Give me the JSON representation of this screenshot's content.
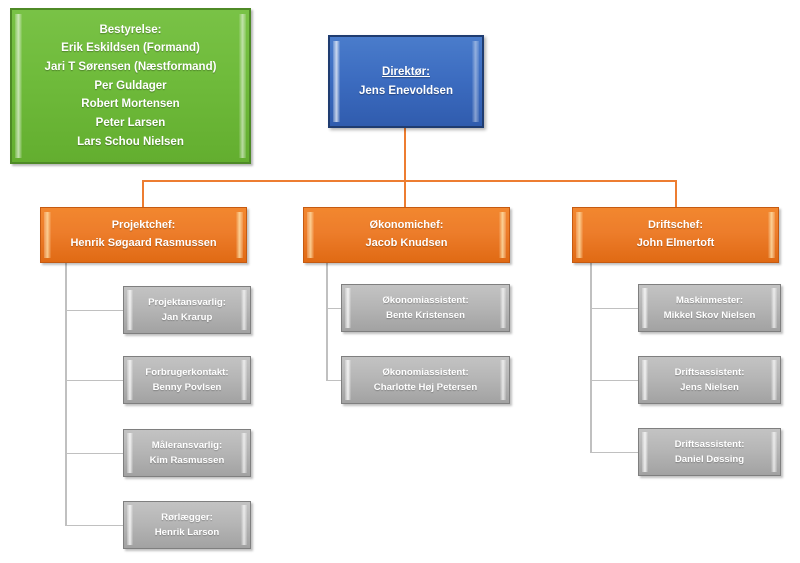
{
  "theme": {
    "board_color": "#6FBB3B",
    "director_color": "#3C6CC0",
    "manager_color": "#ED7D2B",
    "staff_color": "#B6B6B6",
    "manager_connector_color": "#ED7D31",
    "staff_connector_color": "#C0C0C0",
    "text_color": "#FFFFFF"
  },
  "board": {
    "title": "Bestyrelse:",
    "members": [
      "Erik Eskildsen (Formand)",
      "Jari T Sørensen (Næstformand)",
      "Per Guldager",
      "Robert Mortensen",
      "Peter Larsen",
      "Lars Schou Nielsen"
    ]
  },
  "director": {
    "title": "Direktør:",
    "name": "Jens Enevoldsen"
  },
  "managers": [
    {
      "title": "Projektchef:",
      "name": "Henrik Søgaard Rasmussen",
      "staff": [
        {
          "title": "Projektansvarlig:",
          "name": "Jan Krarup"
        },
        {
          "title": "Forbrugerkontakt:",
          "name": "Benny Povlsen"
        },
        {
          "title": "Måleransvarlig:",
          "name": "Kim Rasmussen"
        },
        {
          "title": "Rørlægger:",
          "name": "Henrik Larson"
        }
      ]
    },
    {
      "title": "Økonomichef:",
      "name": "Jacob Knudsen",
      "staff": [
        {
          "title": "Økonomiassistent:",
          "name": "Bente Kristensen"
        },
        {
          "title": "Økonomiassistent:",
          "name": "Charlotte Høj Petersen"
        }
      ]
    },
    {
      "title": "Driftschef:",
      "name": "John Elmertoft",
      "staff": [
        {
          "title": "Maskinmester:",
          "name": "Mikkel Skov Nielsen"
        },
        {
          "title": "Driftsassistent:",
          "name": "Jens Nielsen"
        },
        {
          "title": "Driftsassistent:",
          "name": "Daniel Døssing"
        }
      ]
    }
  ]
}
